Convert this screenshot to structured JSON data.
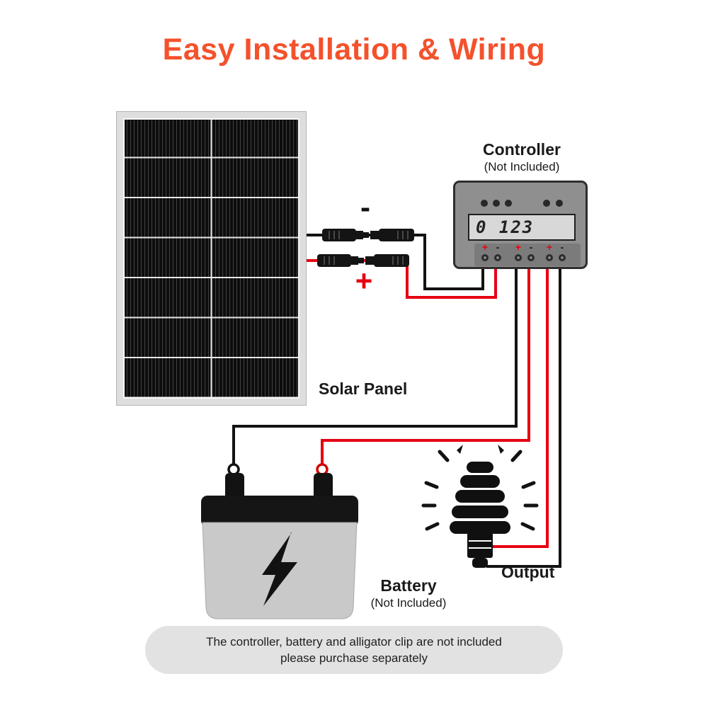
{
  "title": "Easy Installation & Wiring",
  "colors": {
    "accent": "#F4512C",
    "wire_red": "#E60012",
    "wire_black": "#121212",
    "note_bg": "#E2E2E2"
  },
  "connectors": {
    "minus": "-",
    "plus": "+"
  },
  "solar_panel": {
    "label": "Solar Panel"
  },
  "controller": {
    "label": "Controller",
    "sublabel": "(Not Included)",
    "lcd": "0 123",
    "terminal_signs": [
      "+",
      "-",
      "+",
      "-",
      "+",
      "-"
    ]
  },
  "battery": {
    "label": "Battery",
    "sublabel": "(Not Included)"
  },
  "output": {
    "label": "Output"
  },
  "footer": {
    "line1": "The controller, battery and alligator clip are not included",
    "line2": "please purchase separately"
  }
}
